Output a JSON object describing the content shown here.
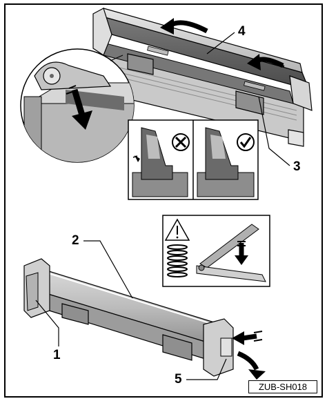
{
  "callouts": {
    "c1": "1",
    "c2": "2",
    "c3": "3",
    "c4": "4",
    "c5": "5"
  },
  "reference_code": "ZUB-SH018",
  "icons": {
    "wrong": "x-circle-icon",
    "right": "check-circle-icon",
    "warning": "warning-triangle-icon",
    "spring": "spring-icon"
  },
  "colors": {
    "line": "#000000",
    "carrier_light": "#d4d4d4",
    "carrier_mid": "#a9a9a9",
    "carrier_dark": "#6e6e6e",
    "rubber": "#5a5a5a"
  }
}
